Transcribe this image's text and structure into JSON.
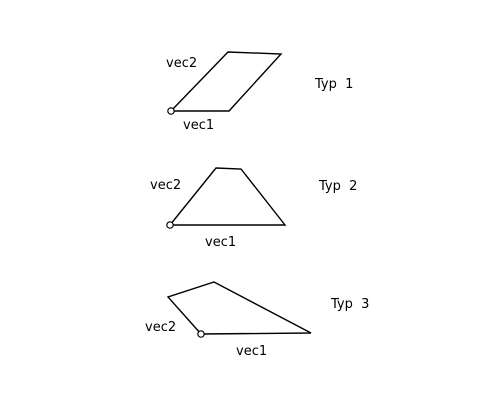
{
  "figures": [
    {
      "type_label": "Typ  1",
      "vec1_label": "vec1",
      "vec2_label": "vec2"
    },
    {
      "type_label": "Typ  2",
      "vec1_label": "vec1",
      "vec2_label": "vec2"
    },
    {
      "type_label": "Typ  3",
      "vec1_label": "vec1",
      "vec2_label": "vec2"
    }
  ]
}
